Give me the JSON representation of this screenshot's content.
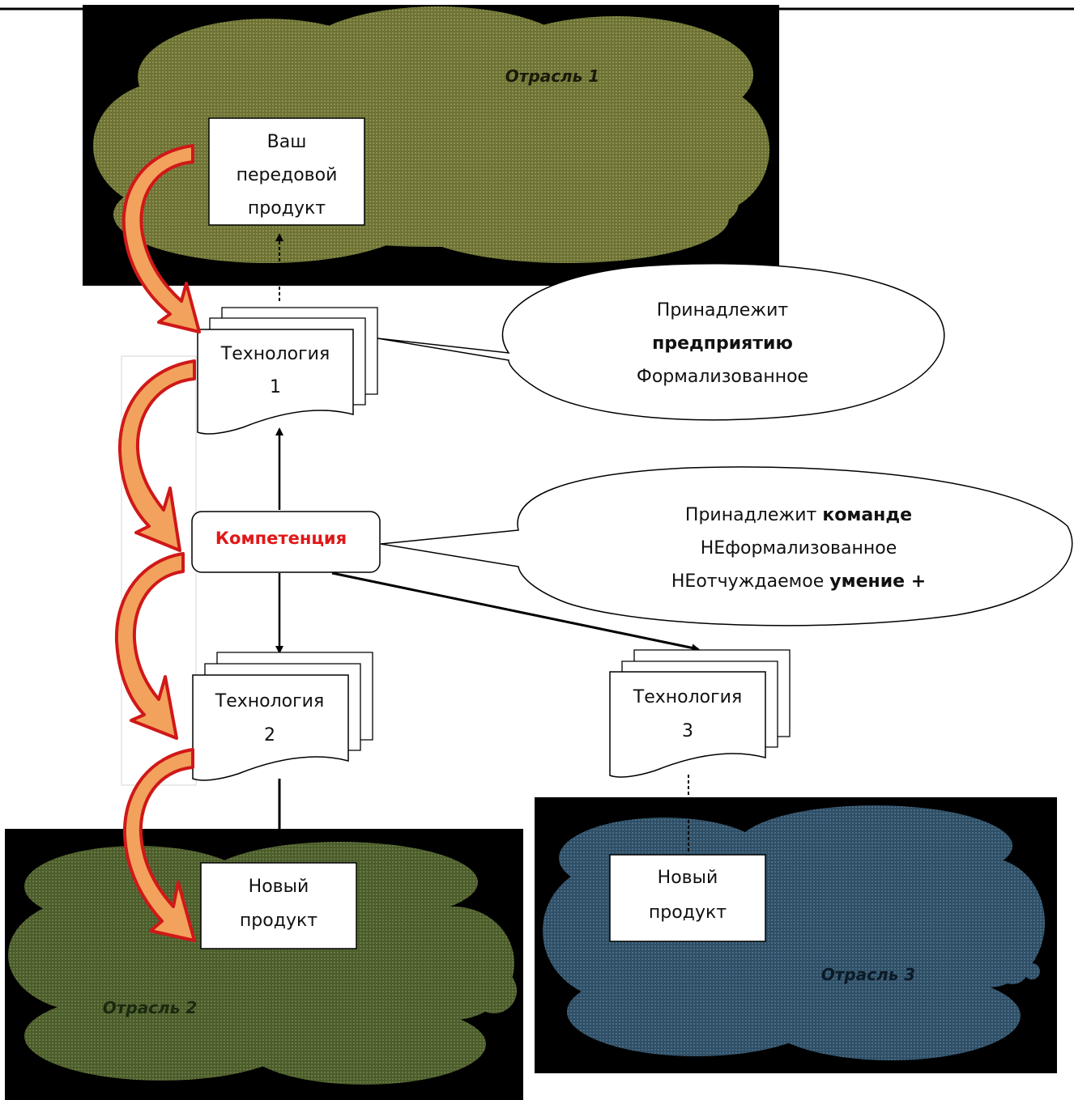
{
  "industry_1": {
    "label": "Отрасль 1"
  },
  "industry_2": {
    "label": "Отрасль 2"
  },
  "industry_3": {
    "label": "Отрасль 3"
  },
  "product_advanced": {
    "line1": "Ваш",
    "line2": "передовой",
    "line3": "продукт"
  },
  "product_new_2": {
    "line1": "Новый",
    "line2": "продукт"
  },
  "product_new_3": {
    "line1": "Новый",
    "line2": "продукт"
  },
  "technology_1": {
    "line1": "Технология",
    "line2": "1"
  },
  "technology_2": {
    "line1": "Технология",
    "line2": "2"
  },
  "technology_3": {
    "line1": "Технология",
    "line2": "3"
  },
  "competence": {
    "label": "Компетенция"
  },
  "callout_technology": {
    "line1": "Принадлежит",
    "line2": "предприятию",
    "line3": "Формализованное"
  },
  "callout_competence": {
    "line1_normal": "Принадлежит ",
    "line1_bold": "команде",
    "line2": "НЕформализованное",
    "line3_normal": "НЕотчуждаемое ",
    "line3_bold": "умение +"
  },
  "colors": {
    "cloud_1": "#6e7335",
    "cloud_2": "#4c5d2c",
    "cloud_3": "#2f4f66",
    "arrow_fill": "#f2a25c",
    "arrow_outline": "#d01818",
    "competence_text": "#e01818"
  }
}
